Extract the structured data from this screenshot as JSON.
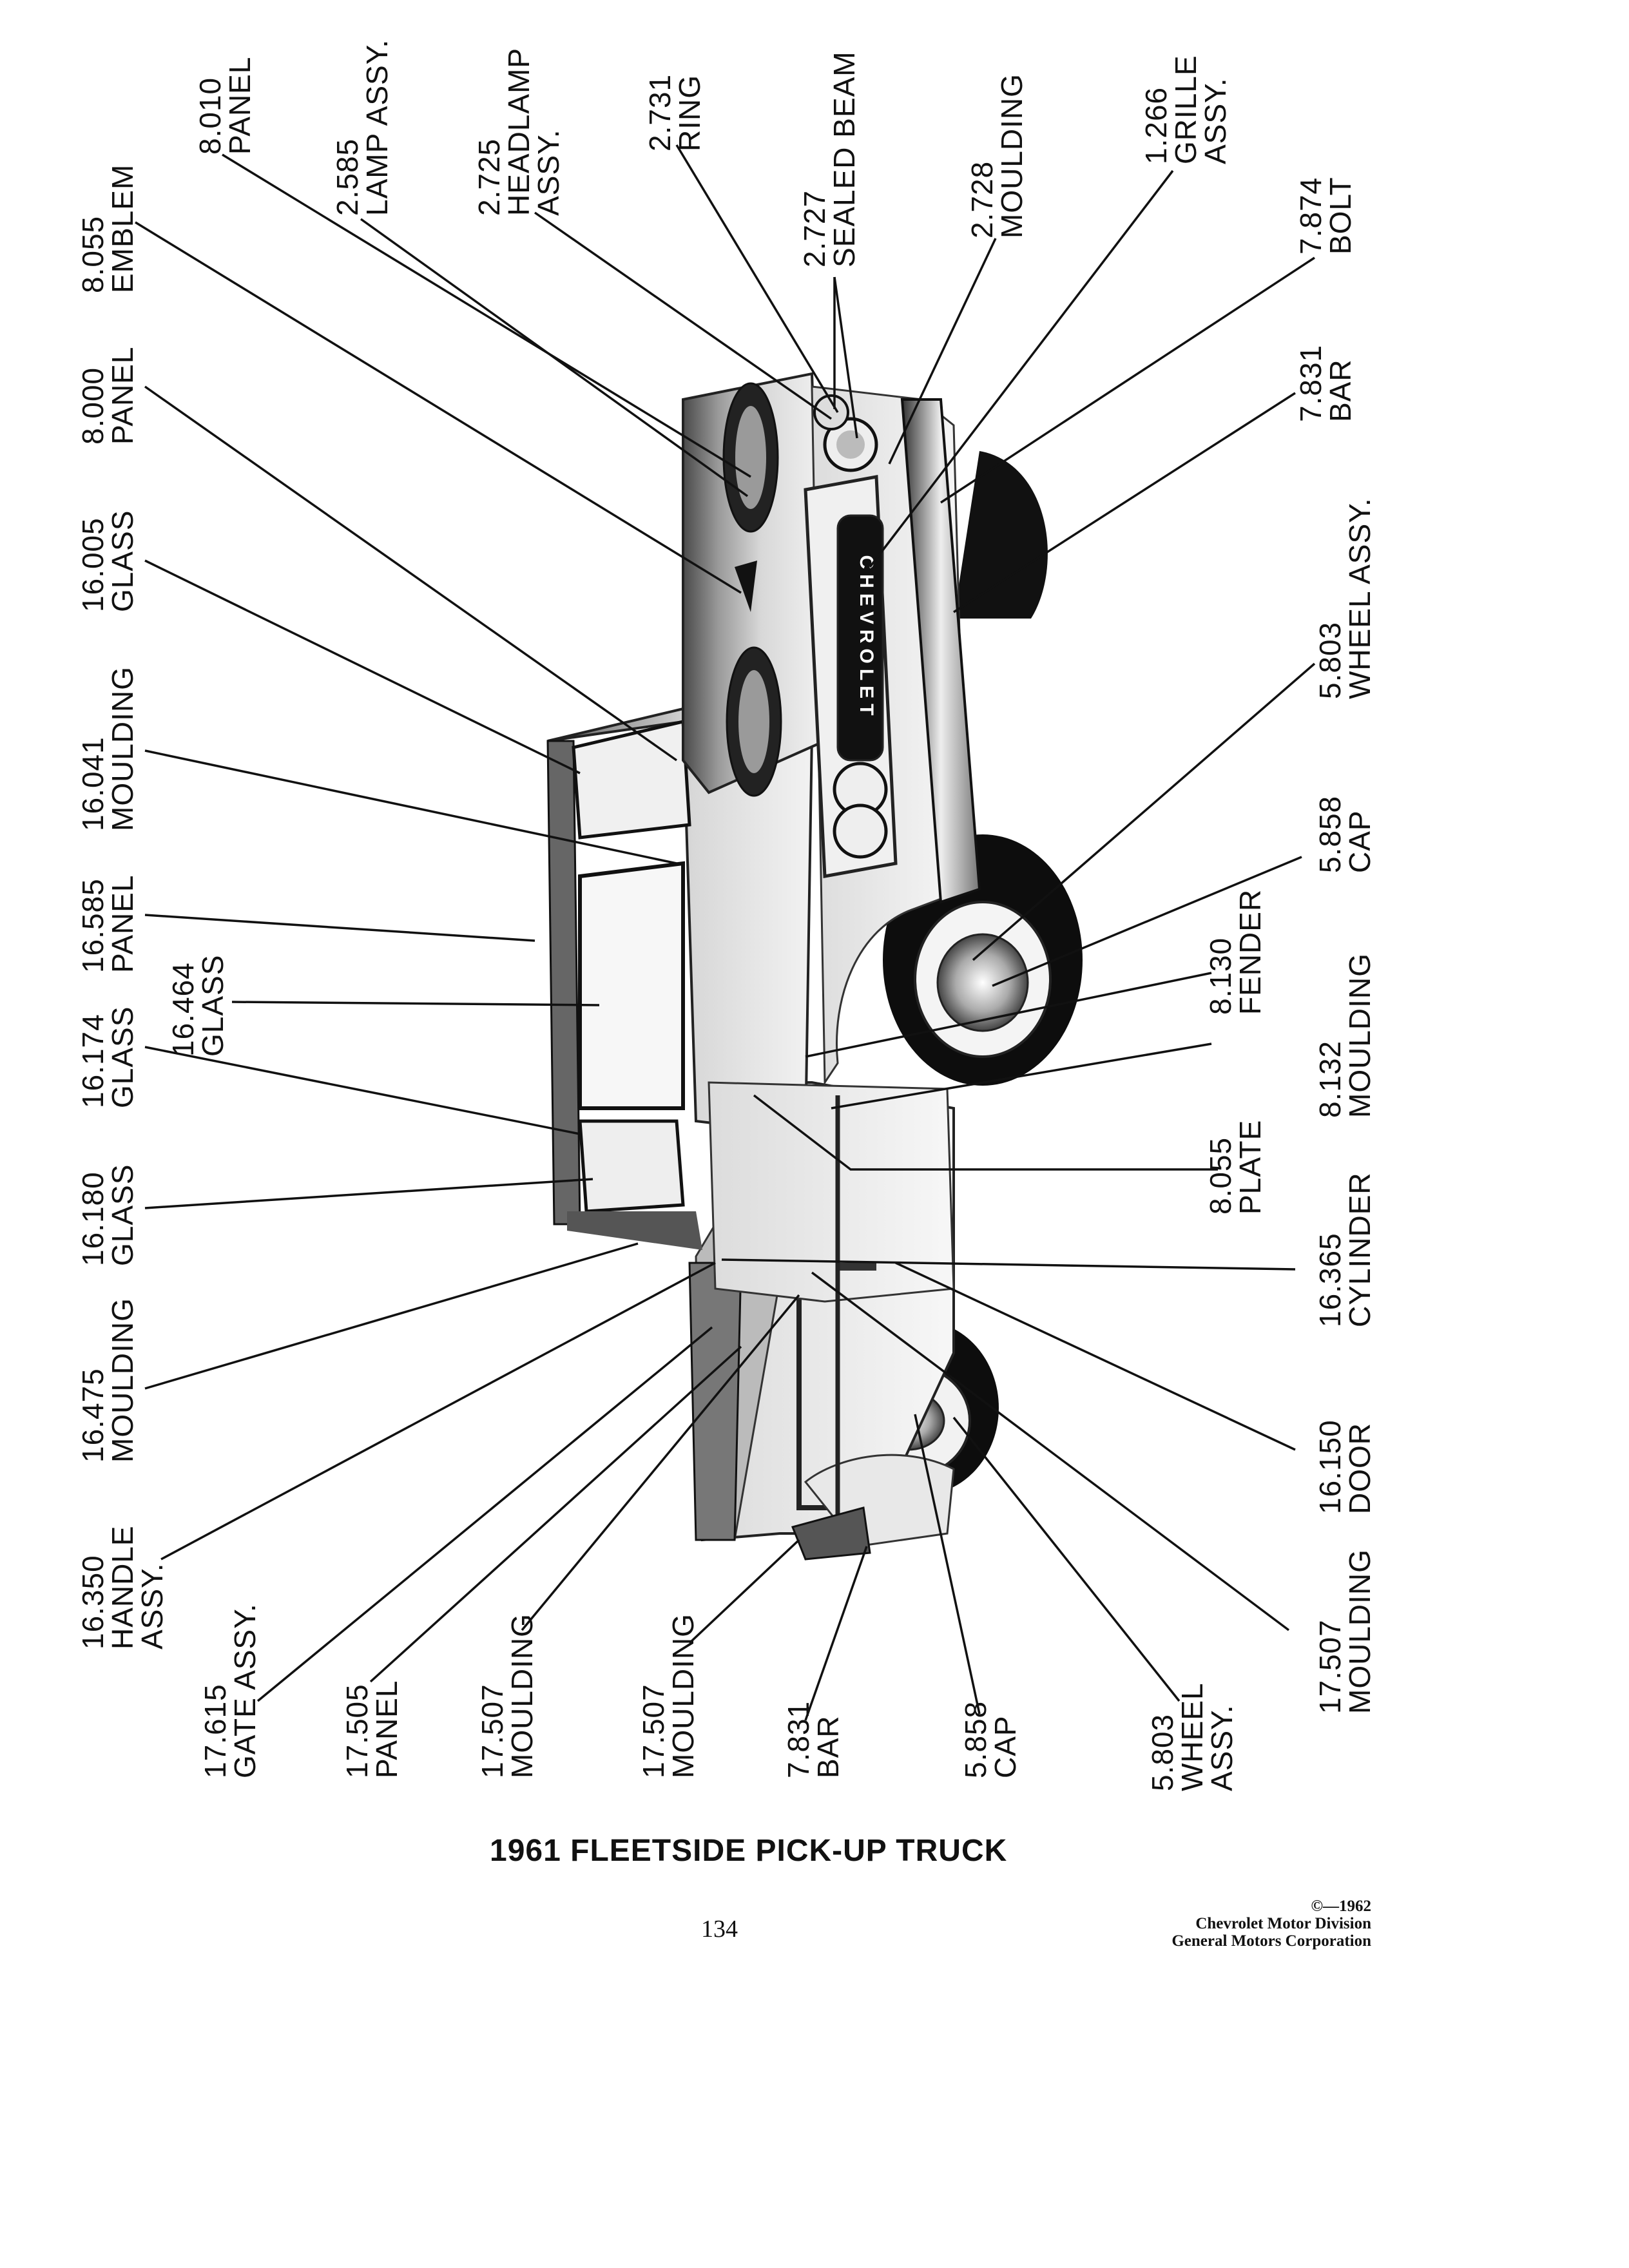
{
  "page": {
    "title": "1961 FLEETSIDE PICK-UP TRUCK",
    "page_number": "134",
    "copyright": [
      "©—1962",
      "Chevrolet Motor Division",
      "General Motors Corporation"
    ]
  },
  "truck": {
    "grille_lettering": "CHEVROLET"
  },
  "callouts_top": [
    {
      "number": "8.010",
      "name": "PANEL"
    },
    {
      "number": "2.585",
      "name": "LAMP ASSY."
    },
    {
      "number": "2.725",
      "name": "HEADLAMP",
      "name2": "ASSY."
    },
    {
      "number": "2.731",
      "name": "RING"
    },
    {
      "number": "2.727",
      "name": "SEALED BEAM"
    },
    {
      "number": "2.728",
      "name": "MOULDING"
    },
    {
      "number": "1.266",
      "name": "GRILLE",
      "name2": "ASSY."
    },
    {
      "number": "7.874",
      "name": "BOLT"
    },
    {
      "number": "8.055",
      "name": "EMBLEM"
    },
    {
      "number": "8.000",
      "name": "PANEL"
    },
    {
      "number": "7.831",
      "name": "BAR"
    }
  ],
  "callouts_left": [
    {
      "number": "16.005",
      "name": "GLASS"
    },
    {
      "number": "16.041",
      "name": "MOULDING"
    },
    {
      "number": "16.585",
      "name": "PANEL"
    },
    {
      "number": "16.464",
      "name": "GLASS"
    },
    {
      "number": "16.174",
      "name": "GLASS"
    },
    {
      "number": "16.180",
      "name": "GLASS"
    },
    {
      "number": "16.475",
      "name": "MOULDING"
    },
    {
      "number": "16.350",
      "name": "HANDLE",
      "name2": "ASSY."
    }
  ],
  "callouts_right": [
    {
      "number": "5.803",
      "name": "WHEEL ASSY."
    },
    {
      "number": "5.858",
      "name": "CAP"
    },
    {
      "number": "8.130",
      "name": "FENDER"
    },
    {
      "number": "8.132",
      "name": "MOULDING"
    },
    {
      "number": "8.055",
      "name": "PLATE"
    },
    {
      "number": "16.365",
      "name": "CYLINDER"
    },
    {
      "number": "16.150",
      "name": "DOOR"
    },
    {
      "number": "17.507",
      "name": "MOULDING"
    }
  ],
  "callouts_bottom": [
    {
      "number": "17.615",
      "name": "GATE ASSY."
    },
    {
      "number": "17.505",
      "name": "PANEL"
    },
    {
      "number": "17.507",
      "name": "MOULDING"
    },
    {
      "number": "17.507",
      "name": "MOULDING"
    },
    {
      "number": "7.831",
      "name": "BAR"
    },
    {
      "number": "5.858",
      "name": "CAP"
    },
    {
      "number": "5.803",
      "name": "WHEEL",
      "name2": "ASSY."
    }
  ]
}
